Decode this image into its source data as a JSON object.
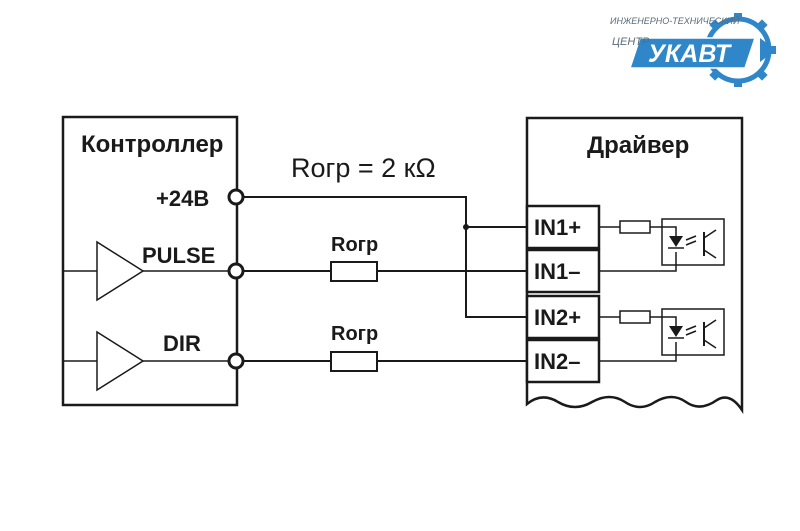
{
  "logo": {
    "line1": "ИНЖЕНЕРНО-ТЕХНИЧЕСКИЙ",
    "line2": "ЦЕНТР",
    "brand": "УКАВТ",
    "colors": {
      "blue": "#2f87c9",
      "gray": "#5a6b7a"
    }
  },
  "controller": {
    "title": "Контроллер",
    "pins": {
      "supply": "+24В",
      "pulse": "PULSE",
      "dir": "DIR"
    }
  },
  "driver": {
    "title": "Драйвер",
    "pins": {
      "in1p": "IN1+",
      "in1m": "IN1–",
      "in2p": "IN2+",
      "in2m": "IN2–"
    }
  },
  "annotations": {
    "rogr_value": "Rогр = 2 кΩ",
    "r_pulse": "Rогр",
    "r_dir": "Rогр"
  }
}
